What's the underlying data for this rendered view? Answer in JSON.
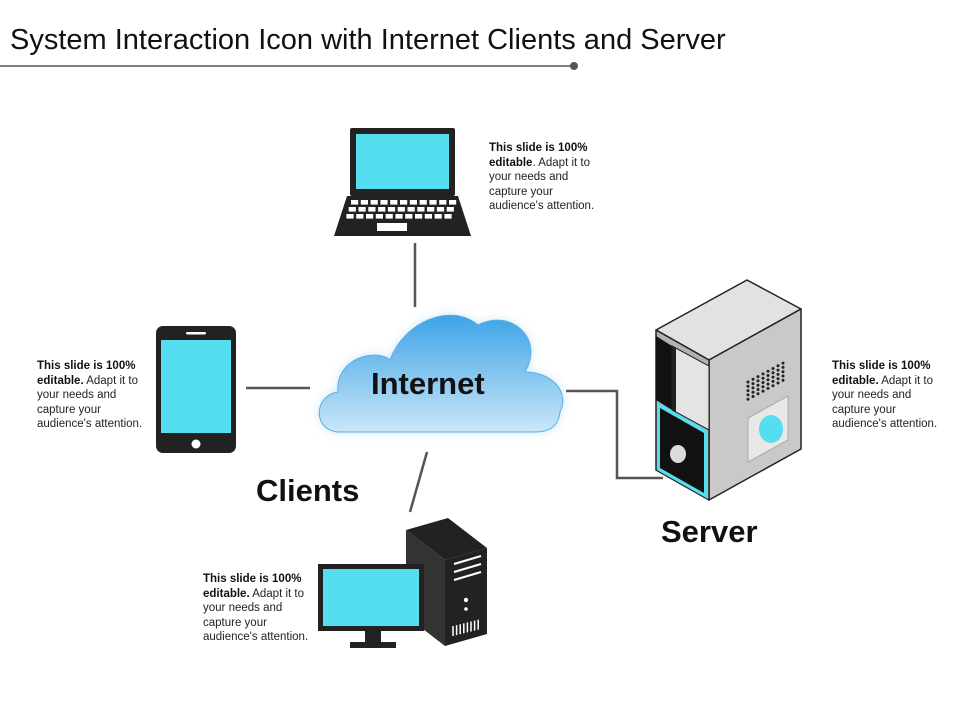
{
  "title": "System Interaction Icon with Internet Clients and Server",
  "labels": {
    "internet": "Internet",
    "clients": "Clients",
    "server": "Server"
  },
  "notes": {
    "laptop": {
      "bold": "This slide is 100% editable",
      "rest": ". Adapt it to your needs and capture your audience's attention."
    },
    "phone": {
      "bold": "This slide is 100% editable.",
      "rest": " Adapt it to your needs and capture your audience's attention."
    },
    "desktop": {
      "bold": "This slide is 100% editable.",
      "rest": " Adapt it to your needs and capture your audience's attention."
    },
    "server": {
      "bold": "This slide is 100% editable.",
      "rest": " Adapt it to your needs and capture your audience's attention."
    }
  },
  "icons": {
    "laptop": "laptop-icon",
    "phone": "smartphone-icon",
    "desktop": "desktop-computer-icon",
    "server": "server-tower-icon",
    "cloud": "cloud-icon"
  },
  "colors": {
    "screen": "#55DDF0",
    "device": "#222222",
    "cloud_top": "#3EA3E6",
    "cloud_bottom": "#C9E7F8",
    "connector": "#555555",
    "server_light": "#E2E2E2",
    "server_mid": "#C9C9C9",
    "server_dark": "#B2B2B2"
  }
}
